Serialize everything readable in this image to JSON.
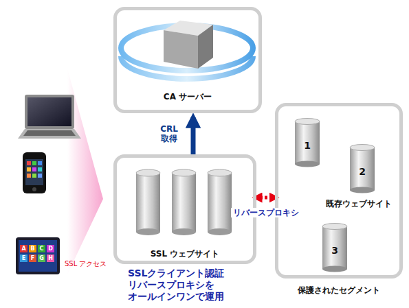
{
  "diagram": {
    "nodes": [
      {
        "text": [
          "CA サーバー"
        ]
      },
      {
        "text": [
          "SSL ウェブサイト"
        ]
      },
      {
        "text": [
          "保護されたセグメント"
        ]
      },
      {
        "text": [
          "1"
        ],
        "in": 2
      },
      {
        "text": [
          "2"
        ],
        "in": 2
      },
      {
        "text": [
          "3"
        ],
        "in": 2
      }
    ],
    "edges": [
      {
        "from": 1,
        "to": 0,
        "arrow": "to",
        "label": "CRL 取得"
      },
      {
        "from": 1,
        "to": 2,
        "arrow": "both",
        "label": "リバースプロキシ"
      }
    ],
    "labels": [
      "SSL アクセス",
      "SSLクライアント認証 リバースプロキシを オールインワンで運用",
      "既存ウェブサイト",
      "A",
      "B",
      "C",
      "D",
      "E",
      "F",
      "G",
      "H"
    ]
  }
}
